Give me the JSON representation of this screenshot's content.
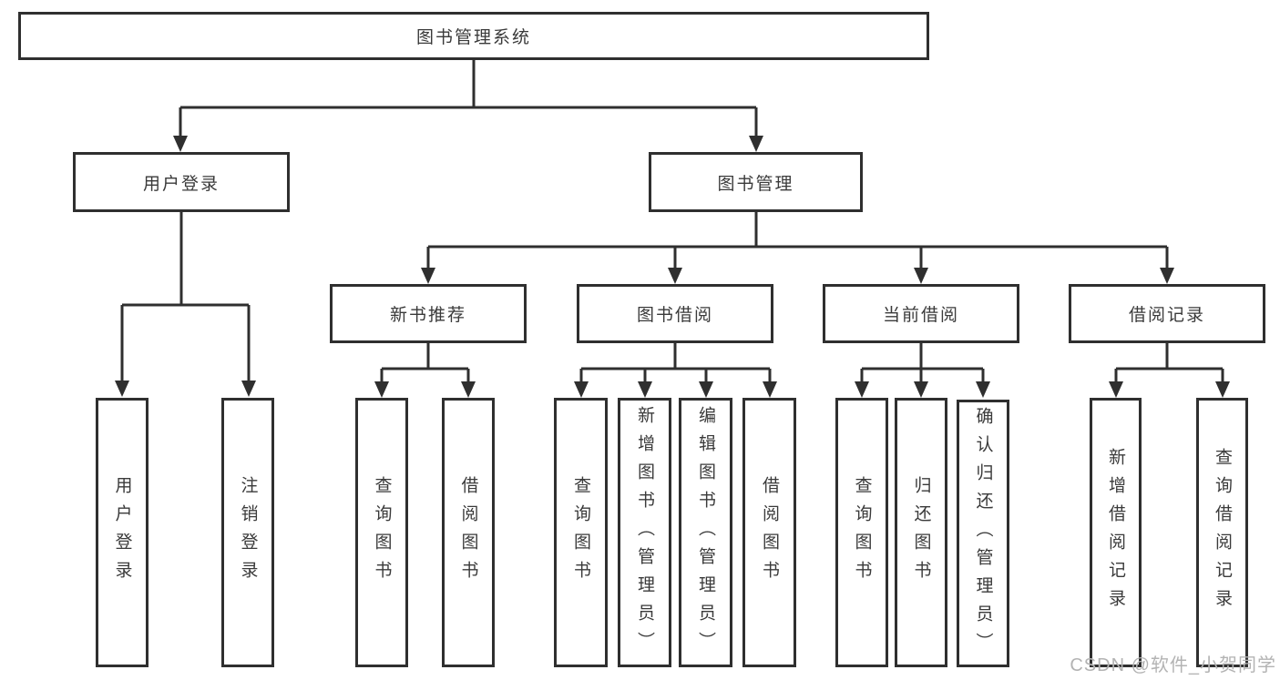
{
  "tree": {
    "label": "图书管理系统",
    "children": [
      {
        "label": "用户登录",
        "children": [
          {
            "label": "用户登录"
          },
          {
            "label": "注销登录"
          }
        ]
      },
      {
        "label": "图书管理",
        "children": [
          {
            "label": "新书推荐",
            "children": [
              {
                "label": "查询图书"
              },
              {
                "label": "借阅图书"
              }
            ]
          },
          {
            "label": "图书借阅",
            "children": [
              {
                "label": "查询图书"
              },
              {
                "label": "新增图书（管理员）"
              },
              {
                "label": "编辑图书（管理员）"
              },
              {
                "label": "借阅图书"
              }
            ]
          },
          {
            "label": "当前借阅",
            "children": [
              {
                "label": "查询图书"
              },
              {
                "label": "归还图书"
              },
              {
                "label": "确认归还（管理员）"
              }
            ]
          },
          {
            "label": "借阅记录",
            "children": [
              {
                "label": "新增借阅记录"
              },
              {
                "label": "查询借阅记录"
              }
            ]
          }
        ]
      }
    ]
  },
  "watermark": "CSDN @软件_小贺同学",
  "colors": {
    "line": "#2f2f2f",
    "text": "#3a3a3a",
    "background": "#ffffff",
    "watermark": "#b3b3b3"
  }
}
